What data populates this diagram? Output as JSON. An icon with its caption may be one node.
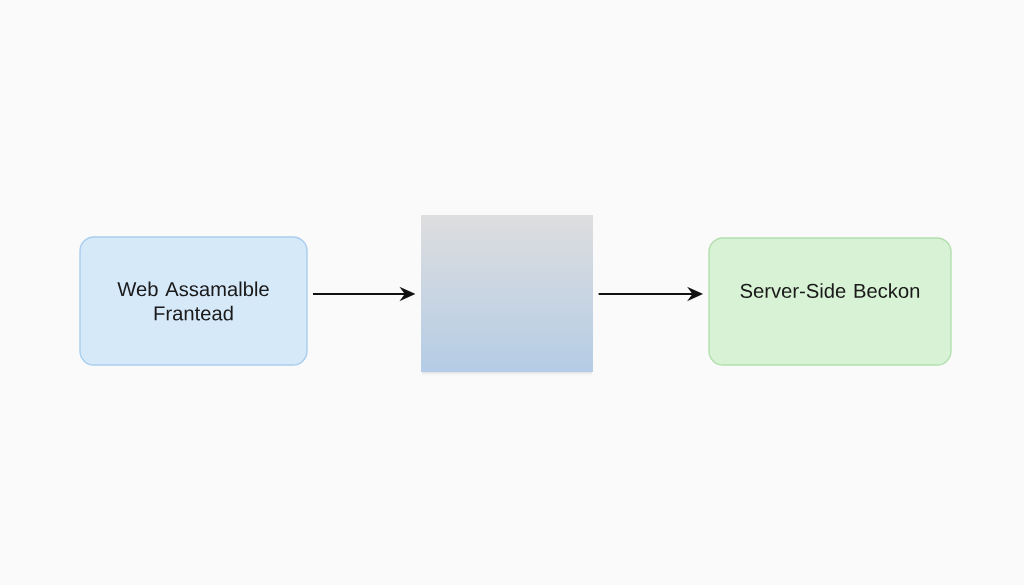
{
  "diagram": {
    "nodes": [
      {
        "text": [
          "Web Assamalble Frantead"
        ]
      },
      {
        "text": [],
        "shape": "box"
      },
      {
        "text": [
          "Server-Side Beckon"
        ]
      }
    ],
    "edges": [
      {
        "from": 0,
        "to": 1,
        "arrow": "to"
      },
      {
        "from": 1,
        "to": 2,
        "arrow": "to"
      }
    ]
  }
}
